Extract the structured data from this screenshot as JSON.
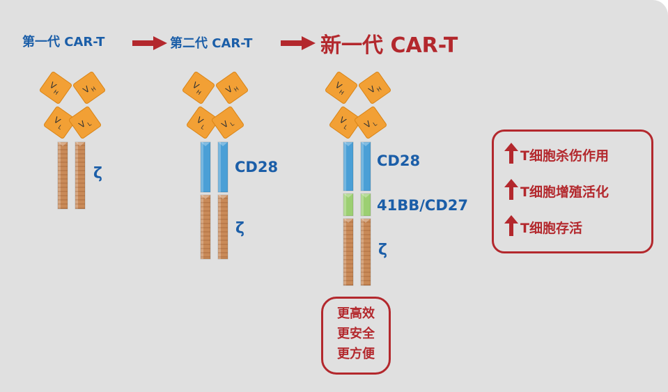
{
  "header": {
    "gen1": "第一代 CAR-T",
    "gen2": "第二代 CAR-T",
    "gen3": "新一代 CAR-T"
  },
  "gen1": {
    "zeta_label": "ζ"
  },
  "gen2": {
    "costim_label": "CD28",
    "zeta_label": "ζ"
  },
  "gen3": {
    "costim1_label": "CD28",
    "costim2_label": "41BB/CD27",
    "zeta_label": "ζ",
    "badge_lines": [
      "更高效",
      "更安全",
      "更方便"
    ]
  },
  "effects": {
    "items": [
      "T细胞杀伤作用",
      "T细胞增殖活化",
      "T细胞存活"
    ]
  },
  "chart_data": {
    "type": "diagram",
    "domain_text": {
      "vh": "VH",
      "vl": "VL"
    }
  },
  "colors": {
    "brand_blue": "#1b5ea8",
    "accent_red": "#b3282d",
    "scfv_orange": "#f2a035",
    "cd28_blue": "#4a9fd6",
    "costim_green": "#9ccf72",
    "zeta_brown": "#c98a58",
    "background": "#e0e0e0"
  }
}
